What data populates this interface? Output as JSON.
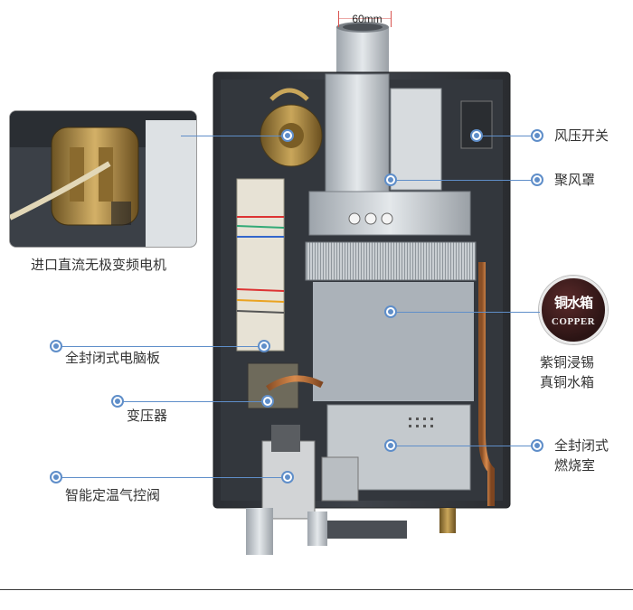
{
  "dimension": {
    "label": "60mm"
  },
  "labels": {
    "wind_pressure_switch": "风压开关",
    "wind_hood": "聚风罩",
    "motor": "进口直流无极变频电机",
    "control_board": "全封闭式电脑板",
    "copper_tank": "紫铜浸锡\n真铜水箱",
    "transformer": "变压器",
    "combustion_chamber": "全封闭式\n燃烧室",
    "gas_valve": "智能定温气控阀"
  },
  "badge": {
    "top_text": "铜水箱",
    "word": "COPPER"
  },
  "colors": {
    "accent": "#5f8ec9",
    "dimension": "#d9534f"
  },
  "icons": {
    "callout": "callout-dot-icon"
  }
}
